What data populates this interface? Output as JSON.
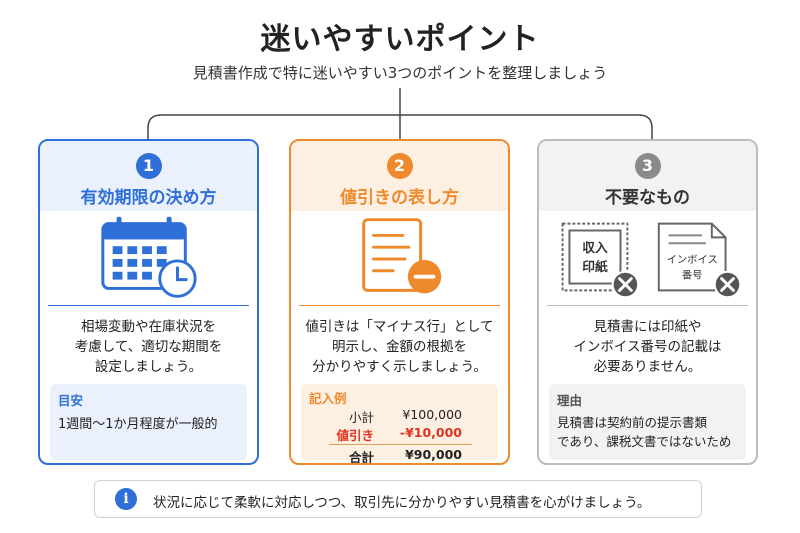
{
  "title": "迷いやすいポイント",
  "subtitle": "見積書作成で特に迷いやすい3つのポイントを整理しましょう",
  "colors": {
    "blue": "#2f6fd8",
    "orange": "#ee8a2b",
    "gray": "#8a8a8a",
    "red": "#e0321e"
  },
  "cards": [
    {
      "number": "1",
      "title": "有効期限の決め方",
      "icon": "calendar-clock-icon",
      "desc": [
        "相場変動や在庫状況を",
        "考慮して、適切な期間を",
        "設定しましょう。"
      ],
      "box_label": "目安",
      "box_text": "1週間〜1か月程度が一般的"
    },
    {
      "number": "2",
      "title": "値引きの表し方",
      "icon": "document-minus-icon",
      "desc": [
        "値引きは「マイナス行」として",
        "明示し、金額の根拠を",
        "分かりやすく示しましょう。"
      ],
      "box_label": "記入例",
      "example": {
        "subtotal_label": "小計",
        "subtotal_value": "¥100,000",
        "discount_label": "値引き",
        "discount_value": "-¥10,000",
        "total_label": "合計",
        "total_value": "¥90,000"
      }
    },
    {
      "number": "3",
      "title": "不要なもの",
      "icons": [
        "revenue-stamp-icon",
        "invoice-document-icon"
      ],
      "stamp_text": [
        "収入",
        "印紙"
      ],
      "invoice_text": [
        "インボイス",
        "番号"
      ],
      "desc": [
        "見積書には印紙や",
        "インボイス番号の記載は",
        "必要ありません。"
      ],
      "box_label": "理由",
      "box_text": [
        "見積書は契約前の提示書類",
        "であり、課税文書ではないため"
      ]
    }
  ],
  "note": {
    "icon": "info-icon",
    "text": "状況に応じて柔軟に対応しつつ、取引先に分かりやすい見積書を心がけましょう。"
  }
}
